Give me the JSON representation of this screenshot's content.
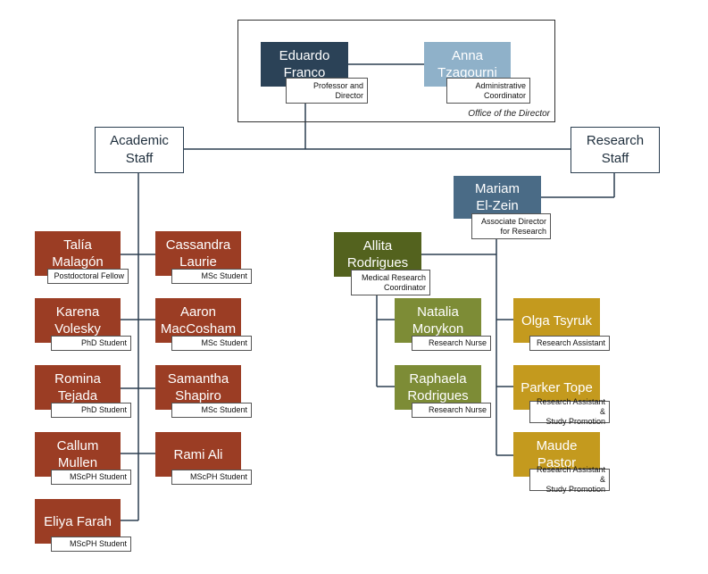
{
  "office": {
    "label": "Office of the Director"
  },
  "groups": {
    "academic": "Academic\nStaff",
    "research": "Research\nStaff"
  },
  "director": {
    "name": "Eduardo\nFranco",
    "role": "Professor and\nDirector"
  },
  "admin": {
    "name": "Anna\nTzagourni",
    "role": "Administrative\nCoordinator"
  },
  "assoc": {
    "name": "Mariam\nEl-Zein",
    "role": "Associate Director\nfor Research"
  },
  "academic_staff": [
    {
      "name": "Talía\nMalagón",
      "role": "Postdoctoral Fellow"
    },
    {
      "name": "Cassandra\nLaurie",
      "role": "MSc Student"
    },
    {
      "name": "Karena\nVolesky",
      "role": "PhD Student"
    },
    {
      "name": "Aaron\nMacCosham",
      "role": "MSc Student"
    },
    {
      "name": "Romina\nTejada",
      "role": "PhD Student"
    },
    {
      "name": "Samantha\nShapiro",
      "role": "MSc Student"
    },
    {
      "name": "Callum\nMullen",
      "role": "MScPH Student"
    },
    {
      "name": "Rami Ali",
      "role": "MScPH Student"
    },
    {
      "name": "Eliya Farah",
      "role": "MScPH Student"
    }
  ],
  "research_staff": {
    "allita": {
      "name": "Allita\nRodrigues",
      "role": "Medical Research\nCoordinator"
    },
    "natalia": {
      "name": "Natalia\nMorykon",
      "role": "Research Nurse"
    },
    "raphaela": {
      "name": "Raphaela\nRodrigues",
      "role": "Research Nurse"
    },
    "olga": {
      "name": "Olga Tsyruk",
      "role": "Research Assistant"
    },
    "parker": {
      "name": "Parker Tope",
      "role": "Research Assistant &\nStudy Promotion"
    },
    "maude": {
      "name": "Maude\nPastor",
      "role": "Research Assistant &\nStudy Promotion"
    }
  },
  "colors": {
    "director": "#2b4257",
    "admin": "#8fb1c9",
    "assoc": "#4a6b86",
    "academic": "#9b3d24",
    "coordinator": "#53621e",
    "nurse": "#7d8c36",
    "assistant": "#c49a1e",
    "line": "#2b3e50"
  }
}
